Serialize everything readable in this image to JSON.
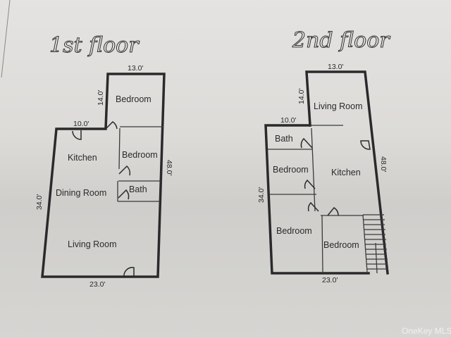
{
  "floor1": {
    "title": "1st floor",
    "dims": {
      "top": "13.0'",
      "wing_side": "14.0'",
      "step": "10.0'",
      "left": "34.0'",
      "right": "48.0'",
      "bottom": "23.0'"
    },
    "rooms": [
      "Bedroom",
      "Kitchen",
      "Bedroom",
      "Dining Room",
      "Bath",
      "Living Room"
    ]
  },
  "floor2": {
    "title": "2nd floor",
    "dims": {
      "top": "13.0'",
      "wing_side": "14.0'",
      "step": "10.0'",
      "left": "34.0'",
      "right": "48.0'",
      "bottom": "23.0'"
    },
    "rooms": [
      "Living Room",
      "Bath",
      "Bedroom",
      "Kitchen",
      "Bedroom",
      "Bedroom"
    ]
  },
  "watermark": "OneKey MLS"
}
